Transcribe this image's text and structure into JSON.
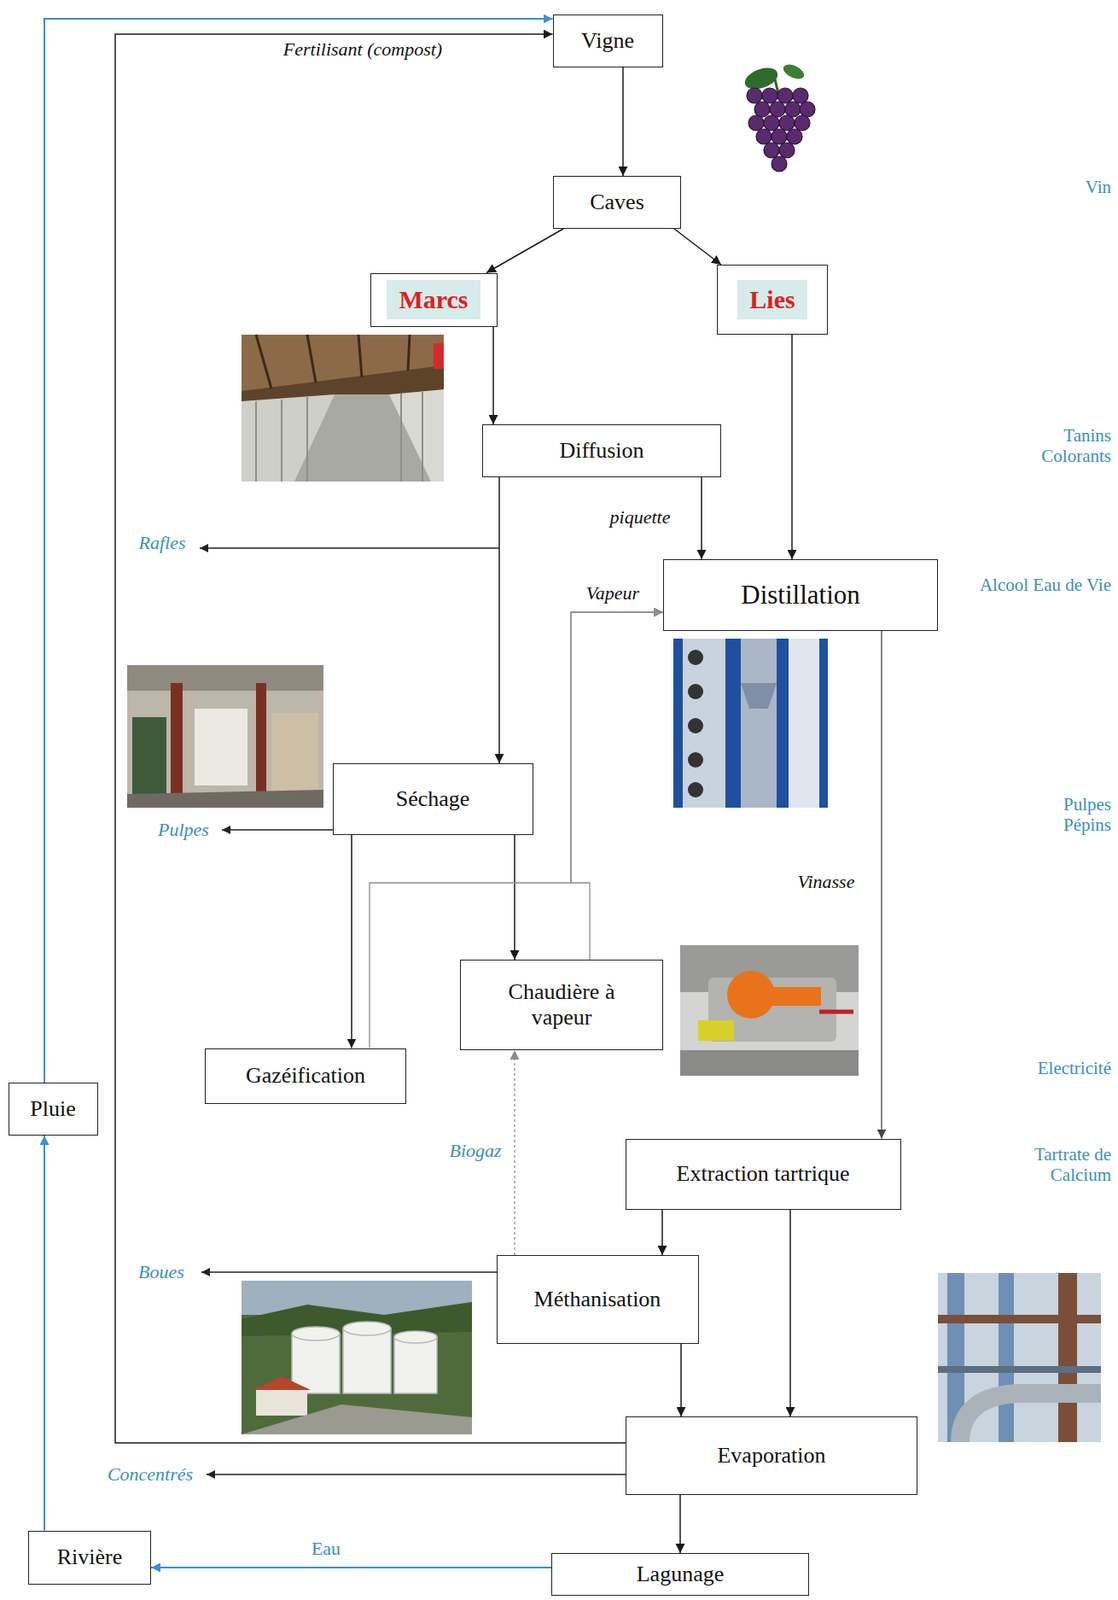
{
  "diagram": {
    "nodes": [
      {
        "text": [
          "Vigne"
        ]
      },
      {
        "text": [
          "Caves"
        ]
      },
      {
        "text": [
          "Marcs"
        ]
      },
      {
        "text": [
          "Lies"
        ]
      },
      {
        "text": [
          "Diffusion"
        ]
      },
      {
        "text": [
          "Distillation"
        ]
      },
      {
        "text": [
          "Séchage"
        ]
      },
      {
        "text": [
          "Chaudière à vapeur"
        ]
      },
      {
        "text": [
          "Gazéification"
        ]
      },
      {
        "text": [
          "Pluie"
        ]
      },
      {
        "text": [
          "Extraction tartrique"
        ]
      },
      {
        "text": [
          "Méthanisation"
        ]
      },
      {
        "text": [
          "Evaporation"
        ]
      },
      {
        "text": [
          "Rivière"
        ]
      },
      {
        "text": [
          "Lagunage"
        ]
      }
    ],
    "edges": [
      {
        "from": 0,
        "to": 1,
        "arrow": "to"
      },
      {
        "from": 1,
        "to": 2,
        "arrow": "to"
      },
      {
        "from": 1,
        "to": 3,
        "arrow": "to"
      },
      {
        "from": 2,
        "to": 4,
        "arrow": "to"
      },
      {
        "from": 4,
        "to": 5,
        "label": "piquette",
        "arrow": "to"
      },
      {
        "from": 3,
        "to": 5,
        "arrow": "to"
      },
      {
        "from": 4,
        "to": 6,
        "arrow": "to"
      },
      {
        "from": 6,
        "to": 7,
        "arrow": "to"
      },
      {
        "from": 6,
        "to": 8,
        "arrow": "to"
      },
      {
        "from": 8,
        "to": 5,
        "arrow": "to"
      },
      {
        "from": 7,
        "to": 5,
        "label": "Vapeur",
        "arrow": "to"
      },
      {
        "from": 5,
        "to": 10,
        "label": "Vinasse",
        "arrow": "to"
      },
      {
        "from": 10,
        "to": 11,
        "arrow": "to"
      },
      {
        "from": 10,
        "to": 12,
        "arrow": "to"
      },
      {
        "from": 11,
        "to": 12,
        "arrow": "to"
      },
      {
        "from": 11,
        "to": 7,
        "label": "Biogaz",
        "arrow": "to"
      },
      {
        "from": 12,
        "to": 14,
        "arrow": "to"
      },
      {
        "from": 14,
        "to": 13,
        "label": "Eau",
        "arrow": "to"
      },
      {
        "from": 13,
        "to": 9,
        "arrow": "to"
      },
      {
        "from": 9,
        "to": 0,
        "arrow": "to"
      },
      {
        "from": 12,
        "to": 0,
        "label": "Fertilisant (compost)",
        "arrow": "to"
      }
    ],
    "labels": [
      "Vin",
      "Tanins Colorants",
      "Rafles",
      "Alcool Eau de Vie",
      "Pulpes Pépins",
      "Pulpes",
      "Electricité",
      "Tartrate de Calcium",
      "Boues",
      "Concentrés"
    ]
  }
}
